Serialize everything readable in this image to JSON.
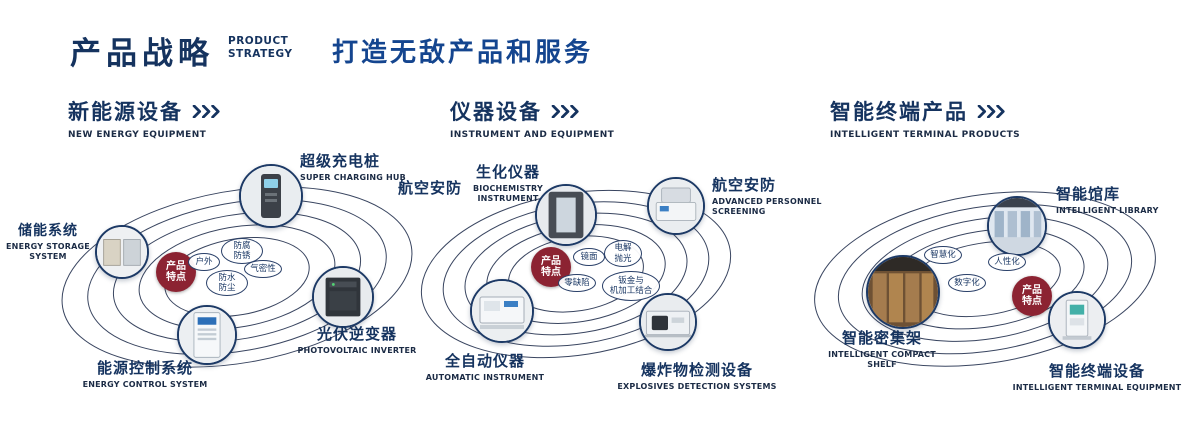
{
  "colors": {
    "primary_navy": "#15335f",
    "tagline_blue": "#14458f",
    "badge_red": "#8c2332",
    "ring_line": "#24314f"
  },
  "header": {
    "title": "产品战略",
    "subtitle_lines": "PRODUCT\nSTRATEGY",
    "tagline": "打造无敌产品和服务"
  },
  "sections": [
    {
      "title": "新能源设备",
      "subtitle": "NEW ENERGY EQUIPMENT",
      "badge": "产品\n特点",
      "features": [
        "防腐\n防锈",
        "户外",
        "气密性",
        "防水\n防尘"
      ],
      "products": [
        {
          "name": "超级充电桩",
          "en": "SUPER CHARGING HUB"
        },
        {
          "name": "储能系统",
          "en": "ENERGY STORAGE SYSTEM"
        },
        {
          "name": "光伏逆变器",
          "en": "PHOTOVOLTAIC INVERTER"
        },
        {
          "name": "能源控制系统",
          "en": "ENERGY CONTROL SYSTEM"
        }
      ]
    },
    {
      "title": "仪器设备",
      "subtitle": "INSTRUMENT AND EQUIPMENT",
      "badge": "产品\n特点",
      "features": [
        "镜面",
        "电解\n抛光",
        "零缺陷",
        "钣金与\n机加工结合"
      ],
      "products": [
        {
          "name": "航空安防",
          "en": ""
        },
        {
          "name": "生化仪器",
          "en": "BIOCHEMISTRY INSTRUMENT"
        },
        {
          "name": "航空安防",
          "en": "ADVANCED PERSONNEL SCREENING"
        },
        {
          "name": "全自动仪器",
          "en": "AUTOMATIC INSTRUMENT"
        },
        {
          "name": "爆炸物检测设备",
          "en": "EXPLOSIVES DETECTION SYSTEMS"
        }
      ]
    },
    {
      "title": "智能终端产品",
      "subtitle": "INTELLIGENT TERMINAL PRODUCTS",
      "badge": "产品\n特点",
      "features": [
        "智慧化",
        "人性化",
        "数字化"
      ],
      "products": [
        {
          "name": "智能馆库",
          "en": "INTELLIGENT LIBRARY"
        },
        {
          "name": "智能密集架",
          "en": "INTELLIGENT COMPACT SHELF"
        },
        {
          "name": "智能终端设备",
          "en": "INTELLIGENT TERMINAL EQUIPMENT"
        }
      ]
    }
  ]
}
